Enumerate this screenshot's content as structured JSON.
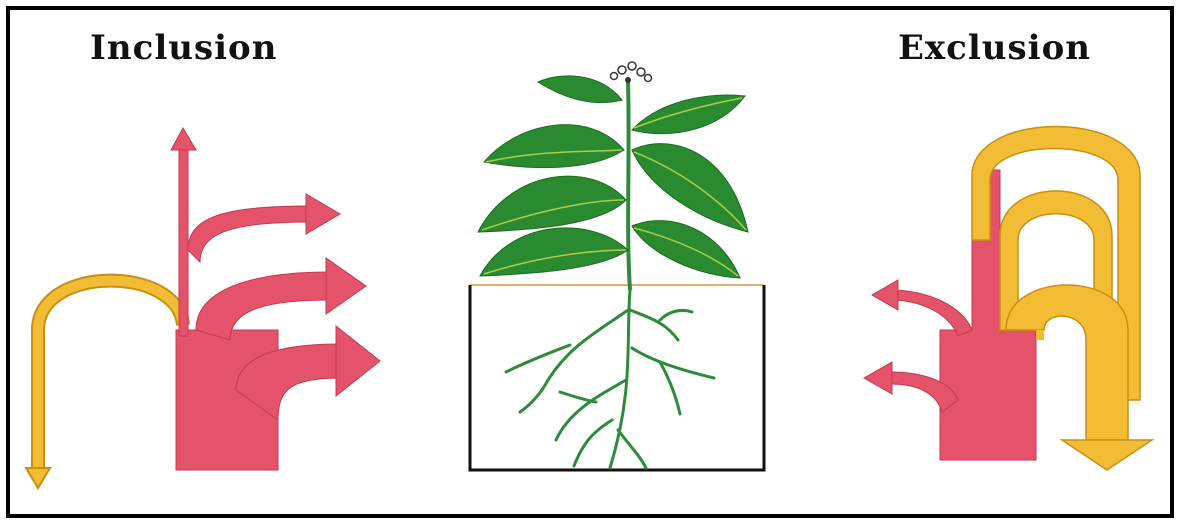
{
  "labels": {
    "left": "Inclusion",
    "right": "Exclusion"
  },
  "colors": {
    "red_arrow": "#e5536a",
    "yellow_arrow": "#f2bd35",
    "leaf": "#2a8a30",
    "leaf_vein": "#a9cf4a",
    "stem": "#2e8b3a",
    "soil_line": "#e0b070",
    "frame": "#000000"
  },
  "icons": {
    "left_group": "inclusion-flow-arrows",
    "center": "plant-with-roots",
    "right_group": "exclusion-flow-arrows"
  }
}
